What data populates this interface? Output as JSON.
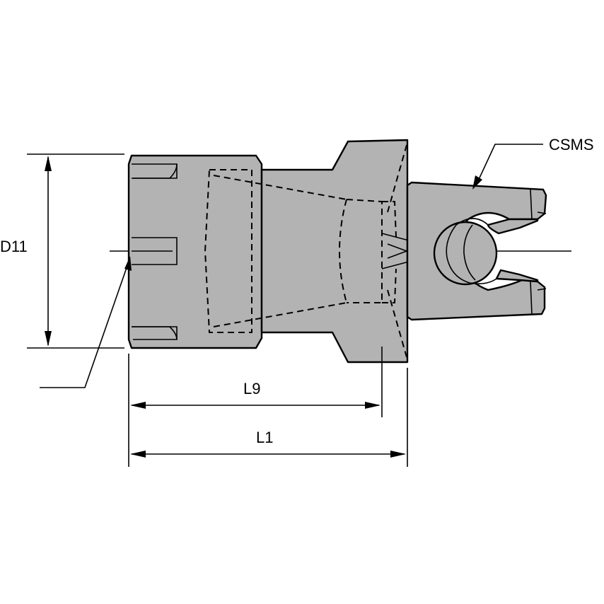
{
  "labels": {
    "csms": "CSMS",
    "d11": "D11",
    "l9": "L9",
    "l1": "L1"
  },
  "colors": {
    "body_fill": "#b3b3b3",
    "line": "#000000",
    "background": "#ffffff"
  }
}
